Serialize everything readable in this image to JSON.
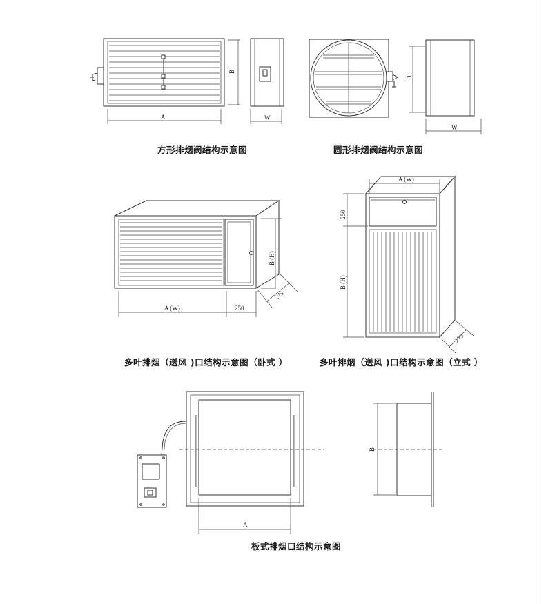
{
  "captions": {
    "square_valve": "方形排烟阀结构示意图",
    "round_valve": "圆形排烟阀结构示意图",
    "multi_horizontal": "多叶排烟（送风 )口结构示意图（卧式 ）",
    "multi_vertical": "多叶排烟（送风 )口结构示意图（立式 ）",
    "plate_outlet": "板式排烟口结构示意图"
  },
  "dimensions": {
    "square_a": "A",
    "square_b": "B",
    "square_w": "W",
    "round_d": "D",
    "round_w": "W",
    "horiz_a": "A (W)",
    "horiz_b": "B (H)",
    "horiz_250": "250",
    "horiz_275": "275",
    "vert_a": "A (W)",
    "vert_b": "B (H)",
    "vert_250": "250",
    "vert_275": "275",
    "plate_a": "A",
    "plate_b": "B"
  }
}
